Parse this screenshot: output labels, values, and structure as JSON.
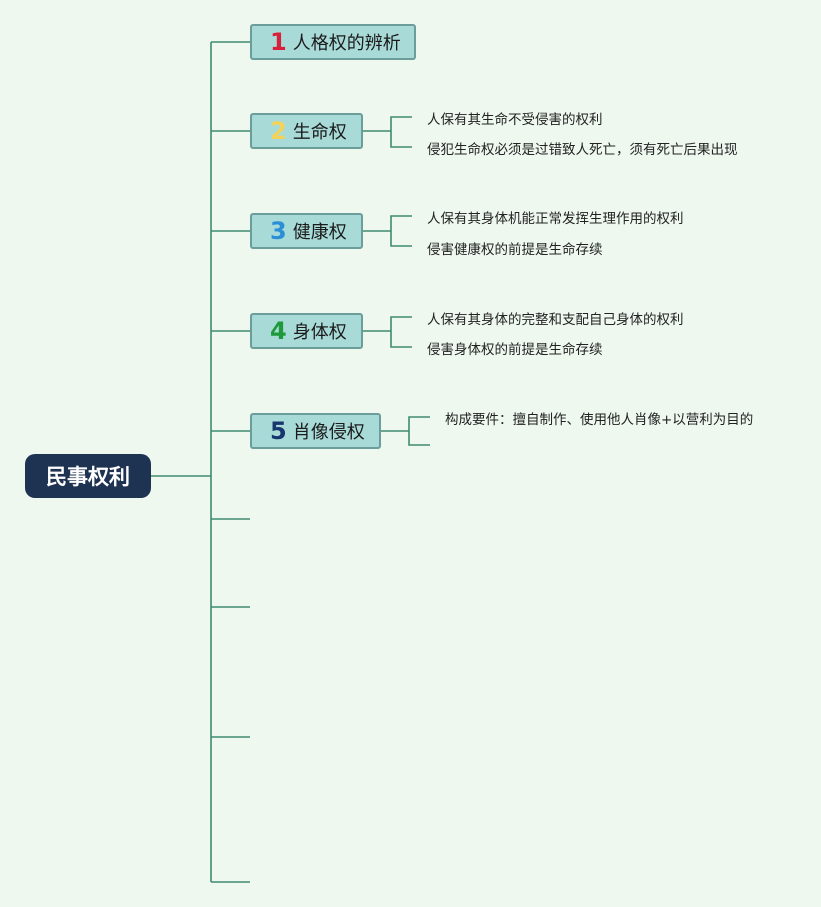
{
  "root": {
    "label": "民事权利"
  },
  "colors": {
    "background": "#eef8ef",
    "root_bg": "#1e3352",
    "topic_bg": "#a8dad8",
    "topic_border": "#6b9e9a",
    "line": "#3f8a70"
  },
  "topics": [
    {
      "number": "1",
      "label": "人格权的辨析",
      "number_color": "#d8203c",
      "children": []
    },
    {
      "number": "2",
      "label": "生命权",
      "number_color": "#f4d35a",
      "children": [
        "人保有其生命不受侵害的权利",
        "侵犯生命权必须是过错致人死亡，须有死亡后果出现"
      ]
    },
    {
      "number": "3",
      "label": "健康权",
      "number_color": "#2a8fd6",
      "children": [
        "人保有其身体机能正常发挥生理作用的权利",
        "侵害健康权的前提是生命存续"
      ]
    },
    {
      "number": "4",
      "label": "身体权",
      "number_color": "#1f9a3a",
      "children": [
        "人保有其身体的完整和支配自己身体的权利",
        "侵害身体权的前提是生命存续"
      ]
    },
    {
      "number": "5",
      "label": "肖像侵权",
      "number_color": "#17356e",
      "children": [
        "构成要件：擅自制作、使用他人肖像+以营利为目的"
      ]
    }
  ]
}
